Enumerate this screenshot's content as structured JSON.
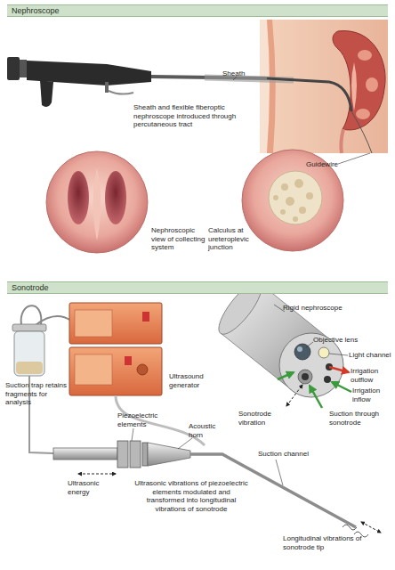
{
  "diagram": {
    "nodes": [
      {
        "text": [
          "Nephroscope"
        ]
      },
      {
        "text": [
          "Nephroscopic view of collecting system"
        ]
      },
      {
        "text": [
          "Calculus at ureteroplevic junction"
        ]
      },
      {
        "text": [
          "Sonotrode"
        ]
      }
    ],
    "labels": [
      "Sheath",
      "Sheath and flexible fiberoptic nephroscope introduced through percutaneous tract",
      "Guidewire",
      "Rigid nephroscope",
      "Objective lens",
      "Light channel",
      "Irrigation outflow",
      "Irrigation inflow",
      "Ultrasound generator",
      "Suction trap retains fragments for analysis",
      "Piezoelectric elements",
      "Acoustic horn",
      "Sonotrode vibration",
      "Suction through sonotrode",
      "Ultrasonic energy",
      "Ultrasonic vibrations of piezoelectric elements modulated and transformed into longitudinal vibrations of sonotrode",
      "Suction channel",
      "Longitudinal vibrations of sonotrode tip"
    ]
  }
}
